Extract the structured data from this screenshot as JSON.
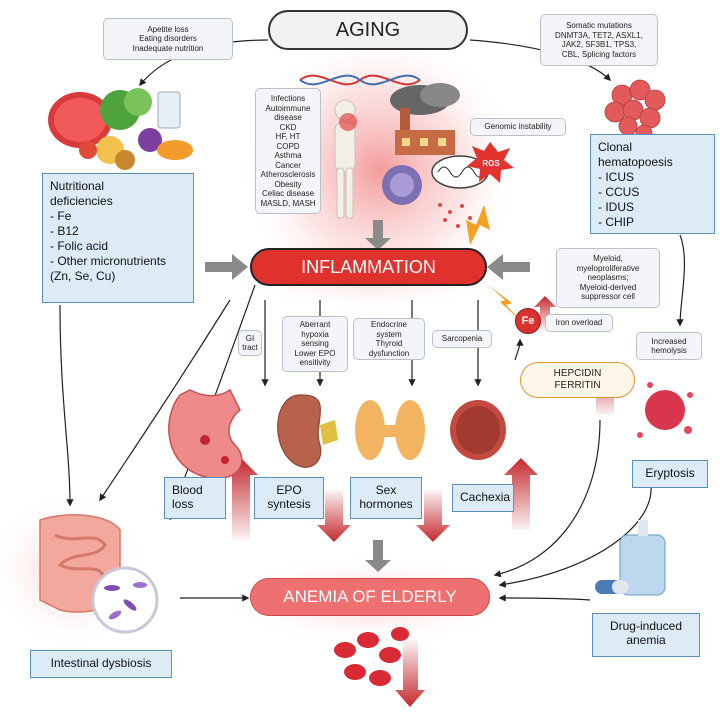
{
  "aging": "AGING",
  "inflammation": "INFLAMMATION",
  "anemia": "ANEMIA OF ELDERLY",
  "hepcidin": "HEPCIDIN\nFERRITIN",
  "fe": "Fe",
  "ros": "ROS",
  "nutrition_causes": "Apetite loss\nEating disorders\nInadequate nutrition",
  "nutritional_deficiencies": "Nutritional\ndeficiencies\n- Fe\n- B12\n- Folic acid\n- Other micronutrients\n(Zn, Se, Cu)",
  "diseases": "Infections\nAutoimmune\ndisease\nCKD\nHF, HT\nCOPD\nAsthma\nCancer\nAtherosclerosis\nObesity\nCeliac disease\nMASLD, MASH",
  "genomic_instability": "Genomic instability",
  "somatic_mutations": "Somatic mutations\nDNMT3A, TET2, ASXL1,\nJAK2, SF3B1, TPS3,\nCBL, Splicing factors",
  "clonal_hematopoesis": "Clonal\nhematopoesis\n- ICUS\n- CCUS\n- IDUS\n- CHIP",
  "myeloid": "Myeloid,\nmyeloproliferative\nneoplasms;\nMyeloid-derived\nsuppressor cell",
  "iron_overload": "Iron overload",
  "increased_hemolysis": "Increased\nhemolysis",
  "gi_tract": "GI\ntract",
  "aberrant_hypoxia": "Aberrant\nhypoxia\nsensing\nLower EPO\nensitivity",
  "endocrine": "Endocrine\nsystem\nThyroid\ndysfunction",
  "sarcopenia": "Sarcopenia",
  "blood_loss": "Blood\nloss",
  "epo_syntesis": "EPO\nsyntesis",
  "sex_hormones": "Sex\nhormones",
  "cachexia": "Cachexia",
  "eryptosis": "Eryptosis",
  "intestinal_dysbiosis": "Intestinal dysbiosis",
  "drug_induced_anemia": "Drug-induced\nanemia",
  "colors": {
    "inflammation_red": "#e0322c",
    "anemia_pink": "#ef7070",
    "box_blue": "#dcebf6",
    "box_border": "#5b8fbf",
    "arrow_red": "#c4282e",
    "arrow_grey": "#8a8a8a"
  },
  "icons": [
    "food-icon",
    "dna-icon",
    "factory-icon",
    "person-icon",
    "virus-icon",
    "mitochondria-icon",
    "cell-cluster-icon",
    "stomach-icon",
    "kidney-icon",
    "thyroid-icon",
    "muscle-icon",
    "ruptured-cell-icon",
    "intestine-icon",
    "microbe-icon",
    "iv-bag-icon",
    "pill-icon",
    "red-cells-icon"
  ]
}
